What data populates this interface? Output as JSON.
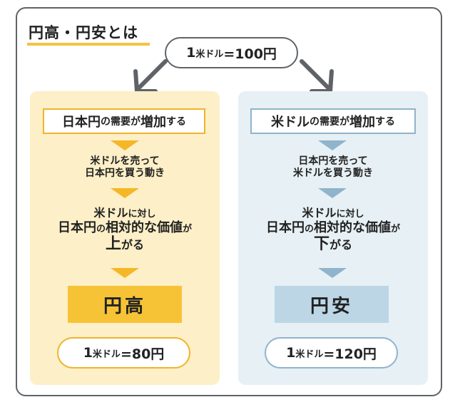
{
  "title": "円高・円安とは",
  "top_rate": {
    "prefix": "1",
    "small": "米ドル",
    "suffix": "=100円"
  },
  "left": {
    "label_a": "日本円",
    "label_b": "の",
    "label_c": "需要",
    "label_d": "が",
    "label_e": "増加",
    "label_f": "する",
    "step1_line1": "米ドルを売って",
    "step1_line2": "日本円を買う動き",
    "step2_line1a": "米ドル",
    "step2_line1b": "に対し",
    "step2_line2a": "日本円",
    "step2_line2b": "の",
    "step2_line2c": "相対的な価値",
    "step2_line2d": "が",
    "step2_line3a": "上",
    "step2_line3b": "がる",
    "result": "円高",
    "rate": {
      "prefix": "1",
      "small": "米ドル",
      "suffix": "=80円"
    }
  },
  "right": {
    "label_a": "米ドル",
    "label_b": "の",
    "label_c": "需要",
    "label_d": "が",
    "label_e": "増加",
    "label_f": "する",
    "step1_line1": "日本円を売って",
    "step1_line2": "米ドルを買う動き",
    "step2_line1a": "米ドル",
    "step2_line1b": "に対し",
    "step2_line2a": "日本円",
    "step2_line2b": "の",
    "step2_line2c": "相対的な価値",
    "step2_line2d": "が",
    "step2_line3a": "下",
    "step2_line3b": "がる",
    "result": "円安",
    "rate": {
      "prefix": "1",
      "small": "米ドル",
      "suffix": "=120円"
    }
  },
  "colors": {
    "left_accent": "#f5b726",
    "right_accent": "#8fb4cc",
    "frame": "#5f6368"
  }
}
